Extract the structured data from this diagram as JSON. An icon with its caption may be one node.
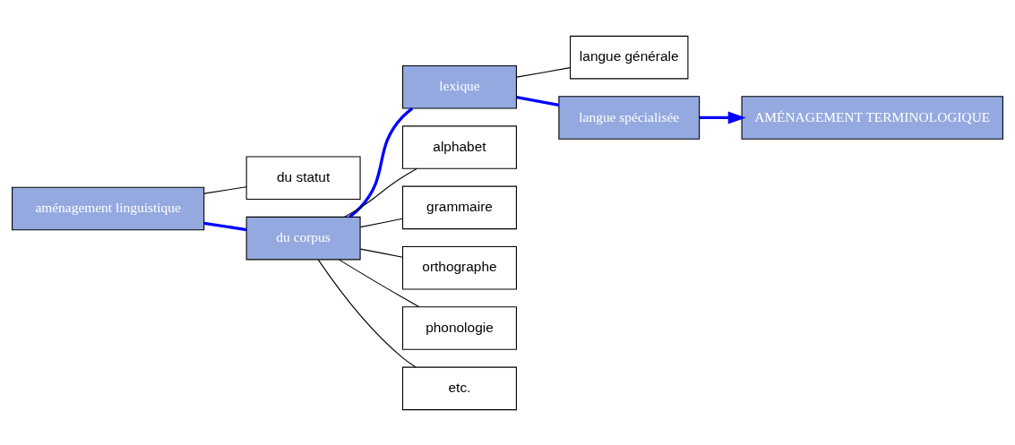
{
  "diagram": {
    "nodes": [
      {
        "text": [
          "aménagement linguistique"
        ]
      },
      {
        "text": [
          "du statut"
        ]
      },
      {
        "text": [
          "du corpus"
        ]
      },
      {
        "text": [
          "lexique"
        ]
      },
      {
        "text": [
          "alphabet"
        ]
      },
      {
        "text": [
          "grammaire"
        ]
      },
      {
        "text": [
          "orthographe"
        ]
      },
      {
        "text": [
          "phonologie"
        ]
      },
      {
        "text": [
          "etc."
        ]
      },
      {
        "text": [
          "langue générale"
        ]
      },
      {
        "text": [
          "langue spécialisée"
        ]
      },
      {
        "text": [
          "AMÉNAGEMENT TERMINOLOGIQUE"
        ]
      }
    ],
    "edges": [
      {
        "from": 0,
        "to": 1,
        "arrow": "none"
      },
      {
        "from": 0,
        "to": 2,
        "arrow": "none",
        "style": "thick",
        "color": "#0000ff"
      },
      {
        "from": 2,
        "to": 3,
        "arrow": "none",
        "style": "thick",
        "color": "#0000ff"
      },
      {
        "from": 2,
        "to": 4,
        "arrow": "none"
      },
      {
        "from": 2,
        "to": 5,
        "arrow": "none"
      },
      {
        "from": 2,
        "to": 6,
        "arrow": "none"
      },
      {
        "from": 2,
        "to": 7,
        "arrow": "none"
      },
      {
        "from": 2,
        "to": 8,
        "arrow": "none"
      },
      {
        "from": 3,
        "to": 9,
        "arrow": "none"
      },
      {
        "from": 3,
        "to": 10,
        "arrow": "none",
        "style": "thick",
        "color": "#0000ff"
      },
      {
        "from": 10,
        "to": 11,
        "arrow": "to",
        "style": "thick",
        "color": "#0000ff"
      }
    ]
  }
}
